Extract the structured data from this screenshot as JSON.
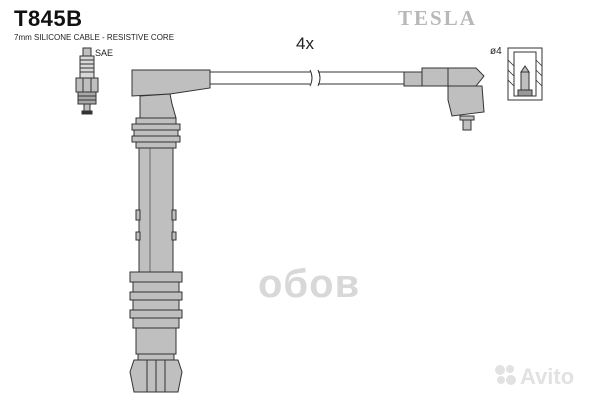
{
  "header": {
    "part_number": "T845B",
    "spec": "7mm SILICONE CABLE - RESISTIVE CORE",
    "brand": "TESLA"
  },
  "labels": {
    "terminal": "SAE",
    "quantity": "4x",
    "diameter": "ø4"
  },
  "watermarks": {
    "seller": "oбoв",
    "marketplace": "Avito"
  },
  "colors": {
    "part_fill": "#bfbfbf",
    "outline": "#333333",
    "brand_gray": "#b8b8b8",
    "watermark_gray": "#d8d8d8"
  }
}
